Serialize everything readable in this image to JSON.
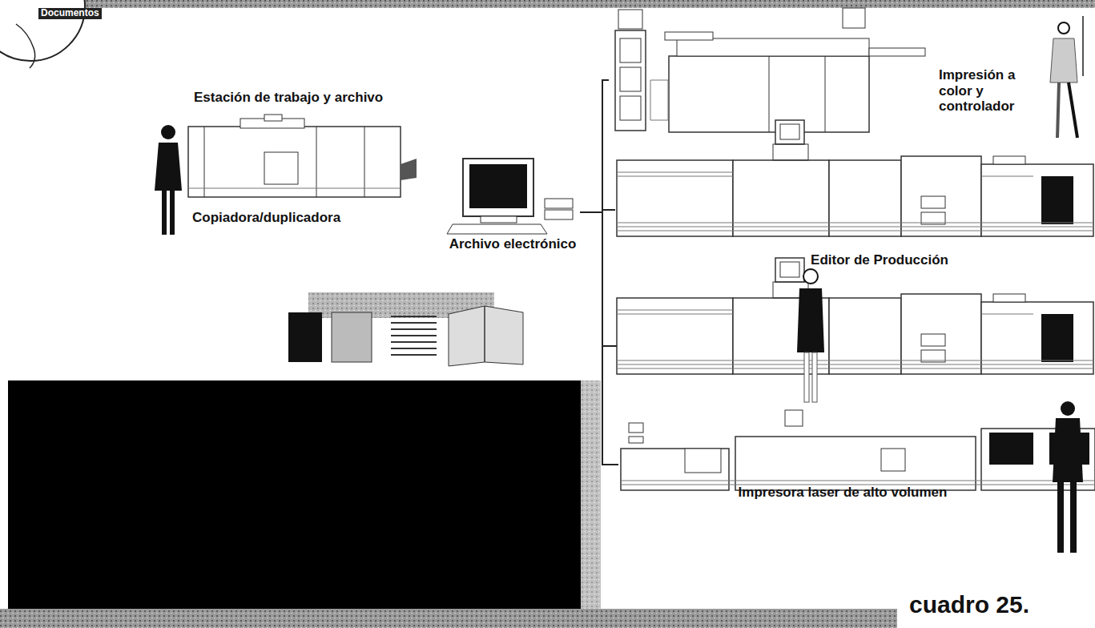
{
  "diagram": {
    "caption": "cuadro 25.",
    "nodes": [
      {
        "text": [
          "Archivo electrónico"
        ]
      },
      {
        "text": [
          "Impresión a color y controlador"
        ]
      },
      {
        "text": [
          "Editor de Producción"
        ]
      },
      {
        "text": [
          "Impresora laser de alto volumen"
        ]
      }
    ],
    "edges": [
      {
        "from": 0,
        "to": 1,
        "arrow": "none"
      },
      {
        "from": 0,
        "to": 2,
        "arrow": "none"
      },
      {
        "from": 0,
        "to": 3,
        "arrow": "none"
      }
    ],
    "labels": [
      "Documentos",
      "Estación de trabajo y archivo",
      "Copiadora/duplicadora"
    ]
  }
}
